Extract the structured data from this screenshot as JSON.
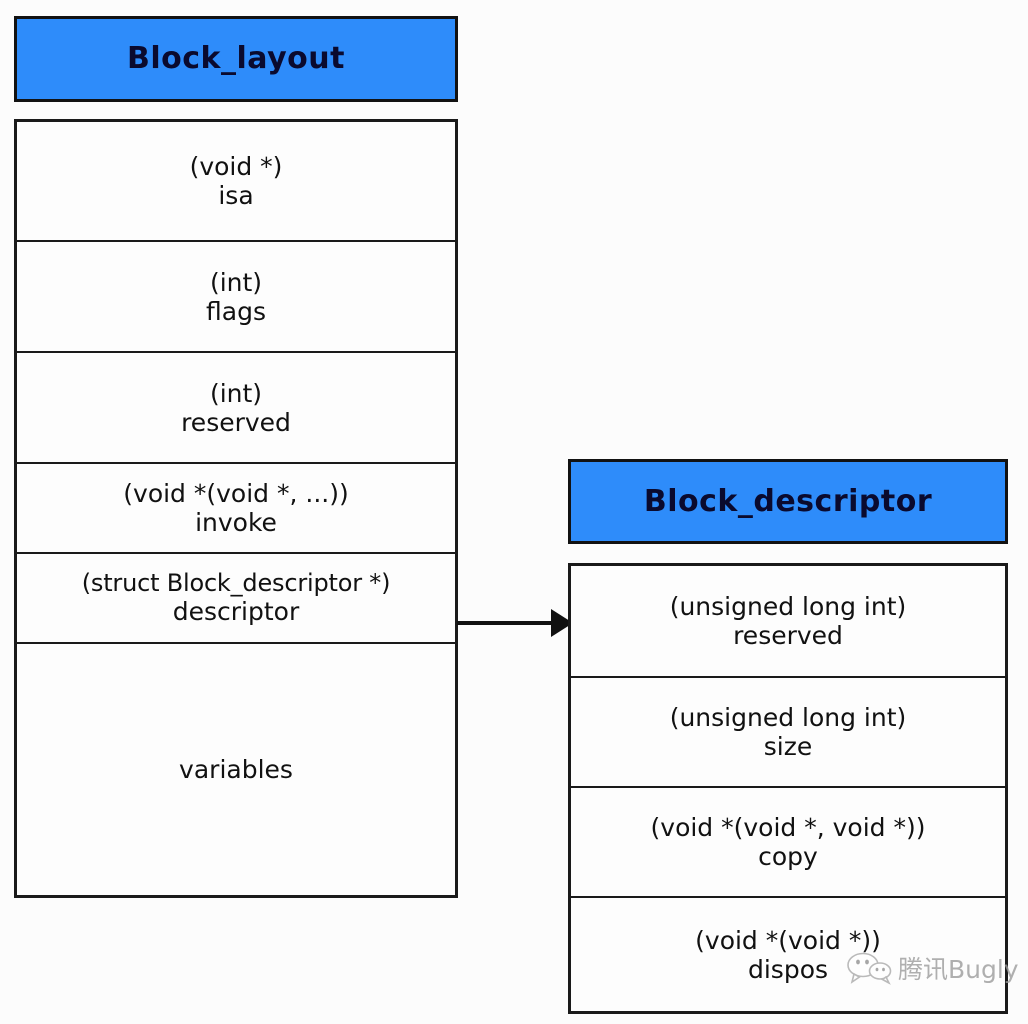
{
  "diagram": {
    "background_color": "#fcfcfc",
    "header_fill_color": "#2e8cfa",
    "header_text_color": "#0a0a2e",
    "border_color": "#1a1a1a",
    "structs": [
      {
        "id": "block-layout",
        "title": "Block_layout",
        "fields": [
          {
            "type": "(void *)",
            "name": "isa"
          },
          {
            "type": "(int)",
            "name": "flags"
          },
          {
            "type": "(int)",
            "name": "reserved"
          },
          {
            "type": "(void *(void *, ...))",
            "name": "invoke"
          },
          {
            "type": "(struct Block_descriptor *)",
            "name": "descriptor"
          },
          {
            "type": "",
            "name": "variables"
          }
        ]
      },
      {
        "id": "block-descriptor",
        "title": "Block_descriptor",
        "fields": [
          {
            "type": "(unsigned long int)",
            "name": "reserved"
          },
          {
            "type": "(unsigned long int)",
            "name": "size"
          },
          {
            "type": "(void *(void *, void *))",
            "name": "copy"
          },
          {
            "type": "(void *(void *))",
            "name": "dispos"
          }
        ]
      }
    ],
    "connector": {
      "label": "",
      "from": "block-layout.descriptor",
      "to": "block-descriptor",
      "style": "solid-arrow"
    }
  },
  "watermark": {
    "text": "腾讯Bugly",
    "icon": "wechat-bubble-icon",
    "color": "#9a9a9a"
  }
}
